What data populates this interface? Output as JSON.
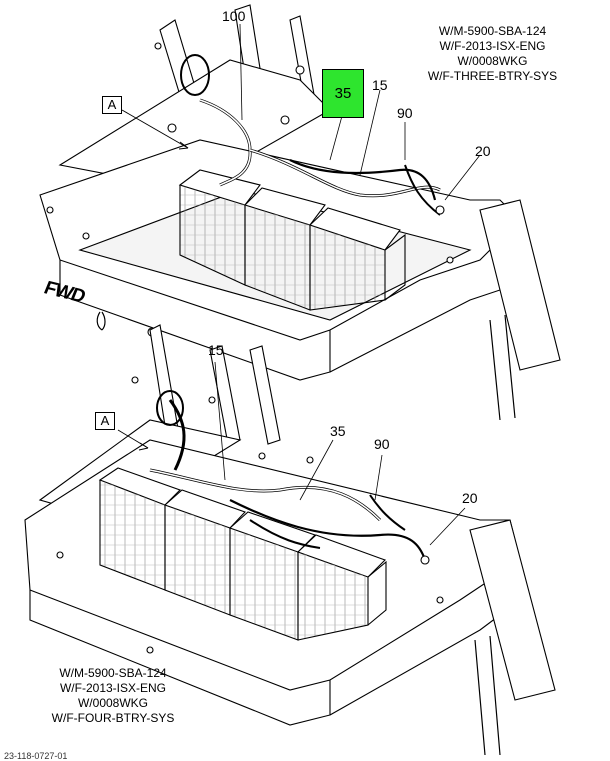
{
  "notes": {
    "top": [
      "W/M-5900-SBA-124",
      "W/F-2013-ISX-ENG",
      "W/0008WKG",
      "W/F-THREE-BTRY-SYS"
    ],
    "bottom": [
      "W/M-5900-SBA-124",
      "W/F-2013-ISX-ENG",
      "W/0008WKG",
      "W/F-FOUR-BTRY-SYS"
    ]
  },
  "top_view": {
    "callouts": {
      "c100": "100",
      "c35": "35",
      "c15": "15",
      "c90": "90",
      "c20": "20"
    },
    "view_label": "A",
    "highlight_color": "#2ee52e"
  },
  "bottom_view": {
    "callouts": {
      "c15": "15",
      "c35": "35",
      "c90": "90",
      "c20": "20"
    },
    "view_label": "A"
  },
  "fwd_label": "FWD",
  "footer": "23-118-0727-01"
}
